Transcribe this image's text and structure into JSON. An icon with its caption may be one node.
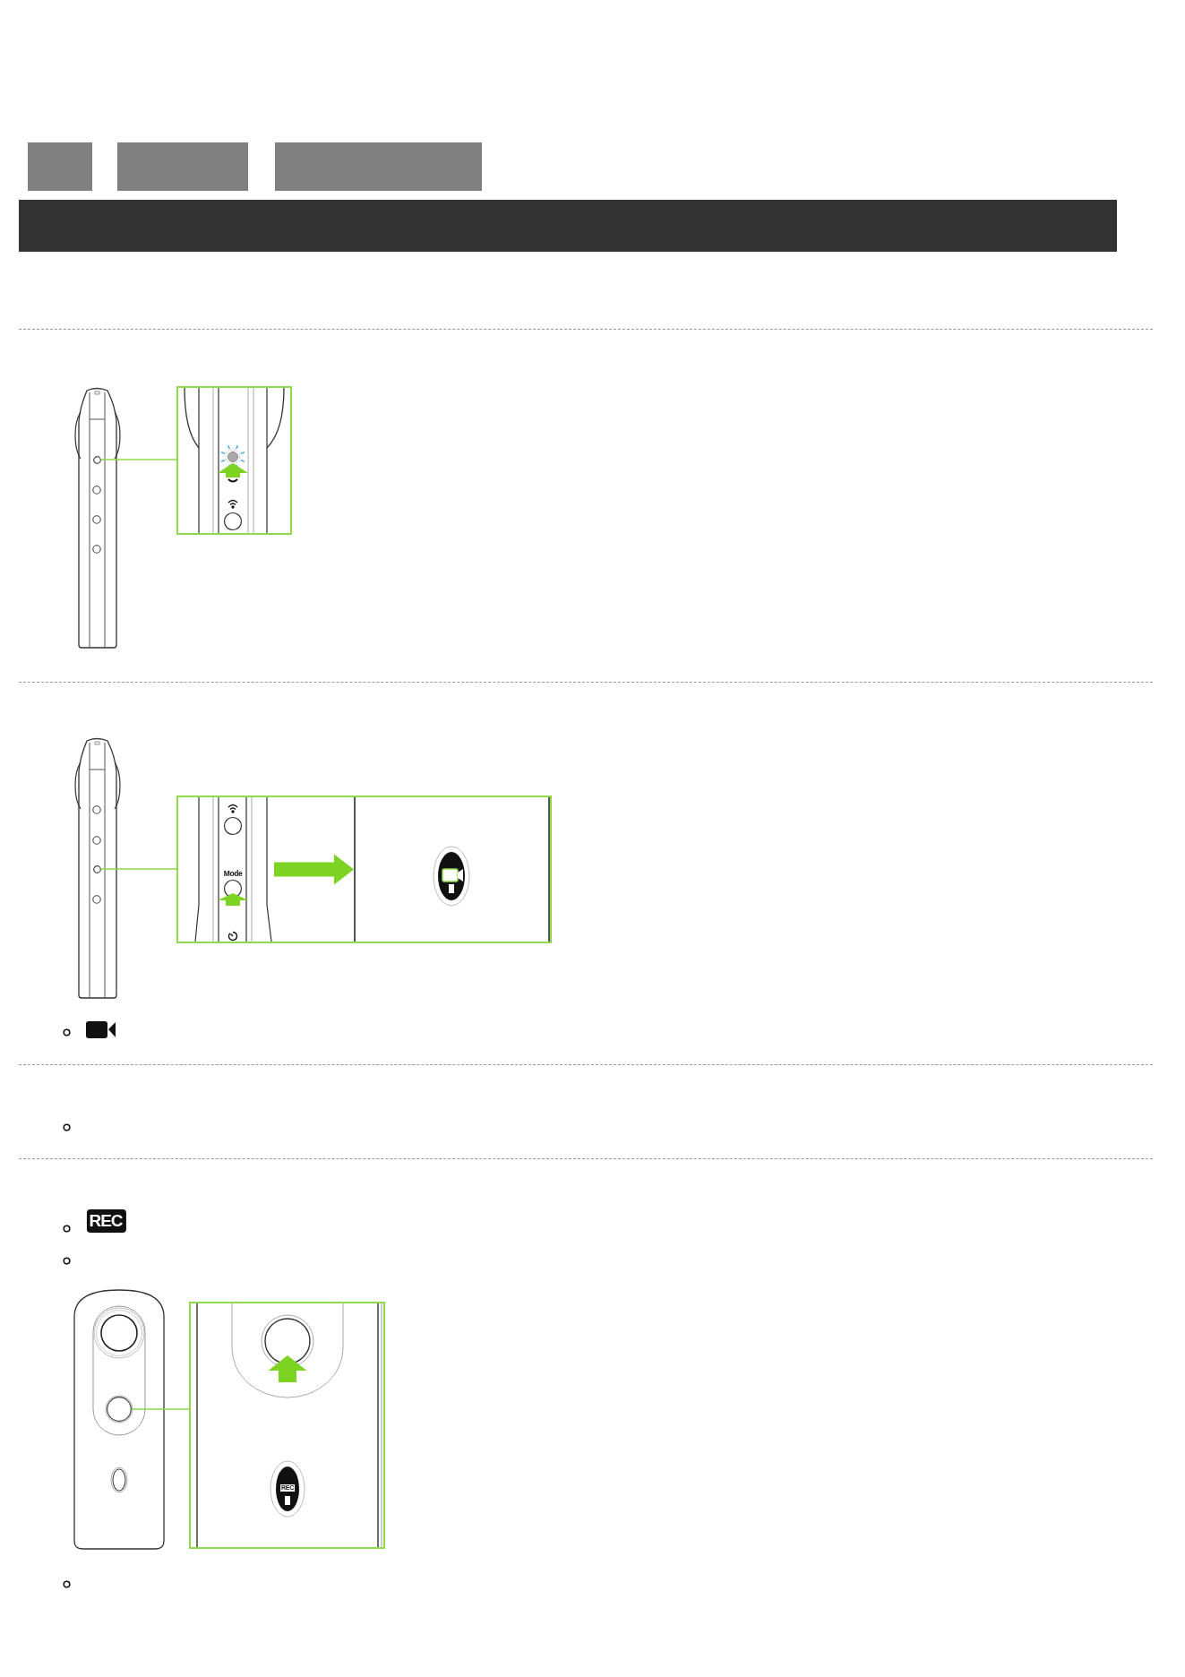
{
  "diagram": {
    "nodes": [
      {
        "text": [],
        "shape": "box"
      },
      {
        "text": [],
        "shape": "box"
      },
      {
        "text": [],
        "shape": "box"
      },
      {
        "text": [],
        "shape": "bar"
      },
      {
        "text": [],
        "shape": "circle"
      },
      {
        "text": [],
        "shape": "picture"
      },
      {
        "text": [],
        "shape": "circle"
      },
      {
        "text": [],
        "shape": "box"
      },
      {
        "text": [],
        "shape": "picture",
        "in": 7
      },
      {
        "text": [],
        "shape": "picture",
        "in": 7
      },
      {
        "text": [],
        "shape": "circle"
      },
      {
        "text": [],
        "shape": "picture"
      }
    ],
    "edges": [
      {
        "from": 4,
        "to": 5,
        "arrow": "none"
      },
      {
        "from": 6,
        "to": 7,
        "arrow": "none"
      },
      {
        "from": 8,
        "to": 9,
        "arrow": "to",
        "style": "thick"
      },
      {
        "from": 10,
        "to": 11,
        "arrow": "none"
      }
    ],
    "labels": [
      "Mode",
      "REC",
      "REC"
    ]
  }
}
